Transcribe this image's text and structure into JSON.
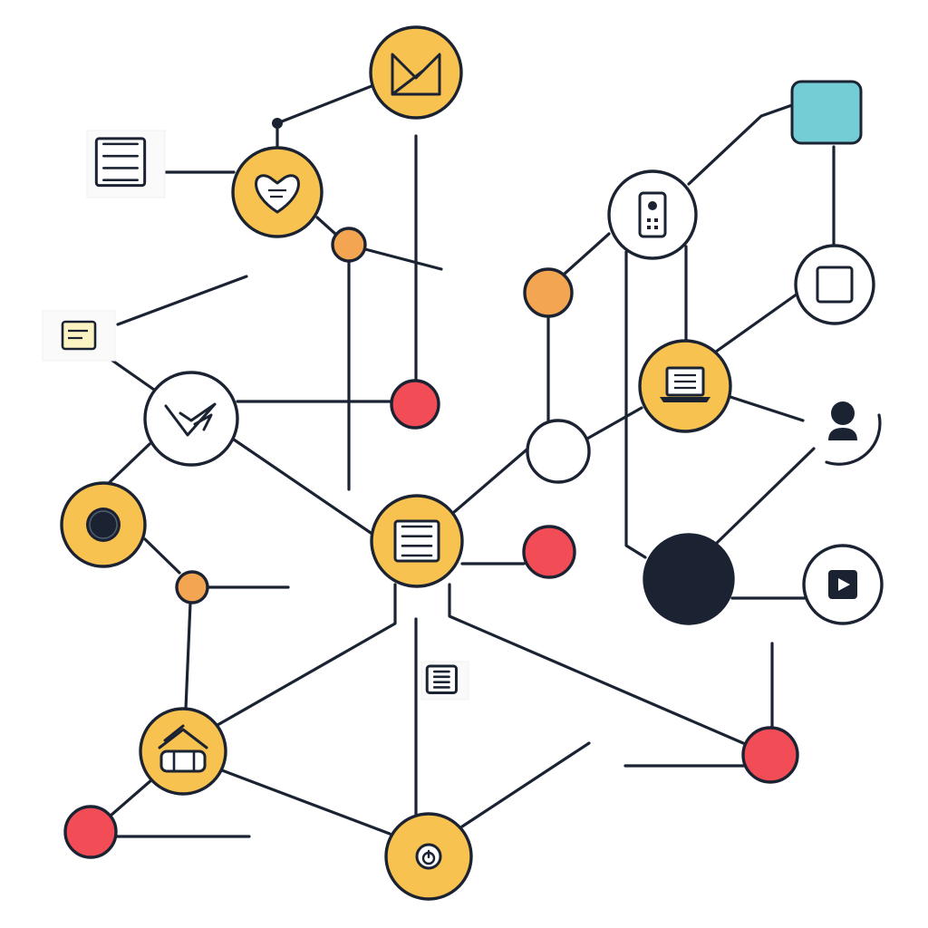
{
  "colors": {
    "background": "#ffffff",
    "stroke": "#1b2333",
    "yellow": "#f7c24f",
    "orange": "#f4a552",
    "red": "#f24d57",
    "teal": "#74ccd4",
    "dark": "#1b2333",
    "white": "#ffffff",
    "note_fill": "#fbf3c2"
  },
  "nodes": [
    {
      "id": "mail-hub",
      "kind": "yellow",
      "icon": "envelope-icon"
    },
    {
      "id": "heart-hub",
      "kind": "yellow",
      "icon": "heart-message-icon"
    },
    {
      "id": "orange-junction-top",
      "kind": "orange",
      "icon": ""
    },
    {
      "id": "red-junction-top",
      "kind": "red",
      "icon": ""
    },
    {
      "id": "send-hub",
      "kind": "white",
      "icon": "paper-plane-icon"
    },
    {
      "id": "record-hub",
      "kind": "yellow",
      "icon": "record-icon"
    },
    {
      "id": "orange-junction-left",
      "kind": "orange",
      "icon": ""
    },
    {
      "id": "document-hub",
      "kind": "yellow",
      "icon": "document-icon"
    },
    {
      "id": "red-junction-center",
      "kind": "red",
      "icon": ""
    },
    {
      "id": "home-hub",
      "kind": "yellow",
      "icon": "home-icon"
    },
    {
      "id": "red-junction-bottom-left",
      "kind": "red",
      "icon": ""
    },
    {
      "id": "power-hub",
      "kind": "yellow",
      "icon": "power-icon"
    },
    {
      "id": "red-junction-bottom-right",
      "kind": "red",
      "icon": ""
    },
    {
      "id": "empty-hub",
      "kind": "white",
      "icon": ""
    },
    {
      "id": "orange-junction-right",
      "kind": "orange",
      "icon": ""
    },
    {
      "id": "phone-hub",
      "kind": "white",
      "icon": "smartphone-icon"
    },
    {
      "id": "teal-block",
      "kind": "teal",
      "icon": ""
    },
    {
      "id": "square-hub",
      "kind": "white",
      "icon": "square-icon"
    },
    {
      "id": "laptop-hub",
      "kind": "yellow",
      "icon": "laptop-icon"
    },
    {
      "id": "user-hub",
      "kind": "white",
      "icon": "user-icon"
    },
    {
      "id": "dark-hub",
      "kind": "dark",
      "icon": ""
    },
    {
      "id": "play-hub",
      "kind": "white",
      "icon": "play-icon"
    }
  ],
  "labels": [
    {
      "id": "label-list-top-left",
      "icon": "list-icon"
    },
    {
      "id": "label-note-left",
      "icon": "sticky-note-icon"
    },
    {
      "id": "label-list-bottom",
      "icon": "list-icon"
    }
  ]
}
